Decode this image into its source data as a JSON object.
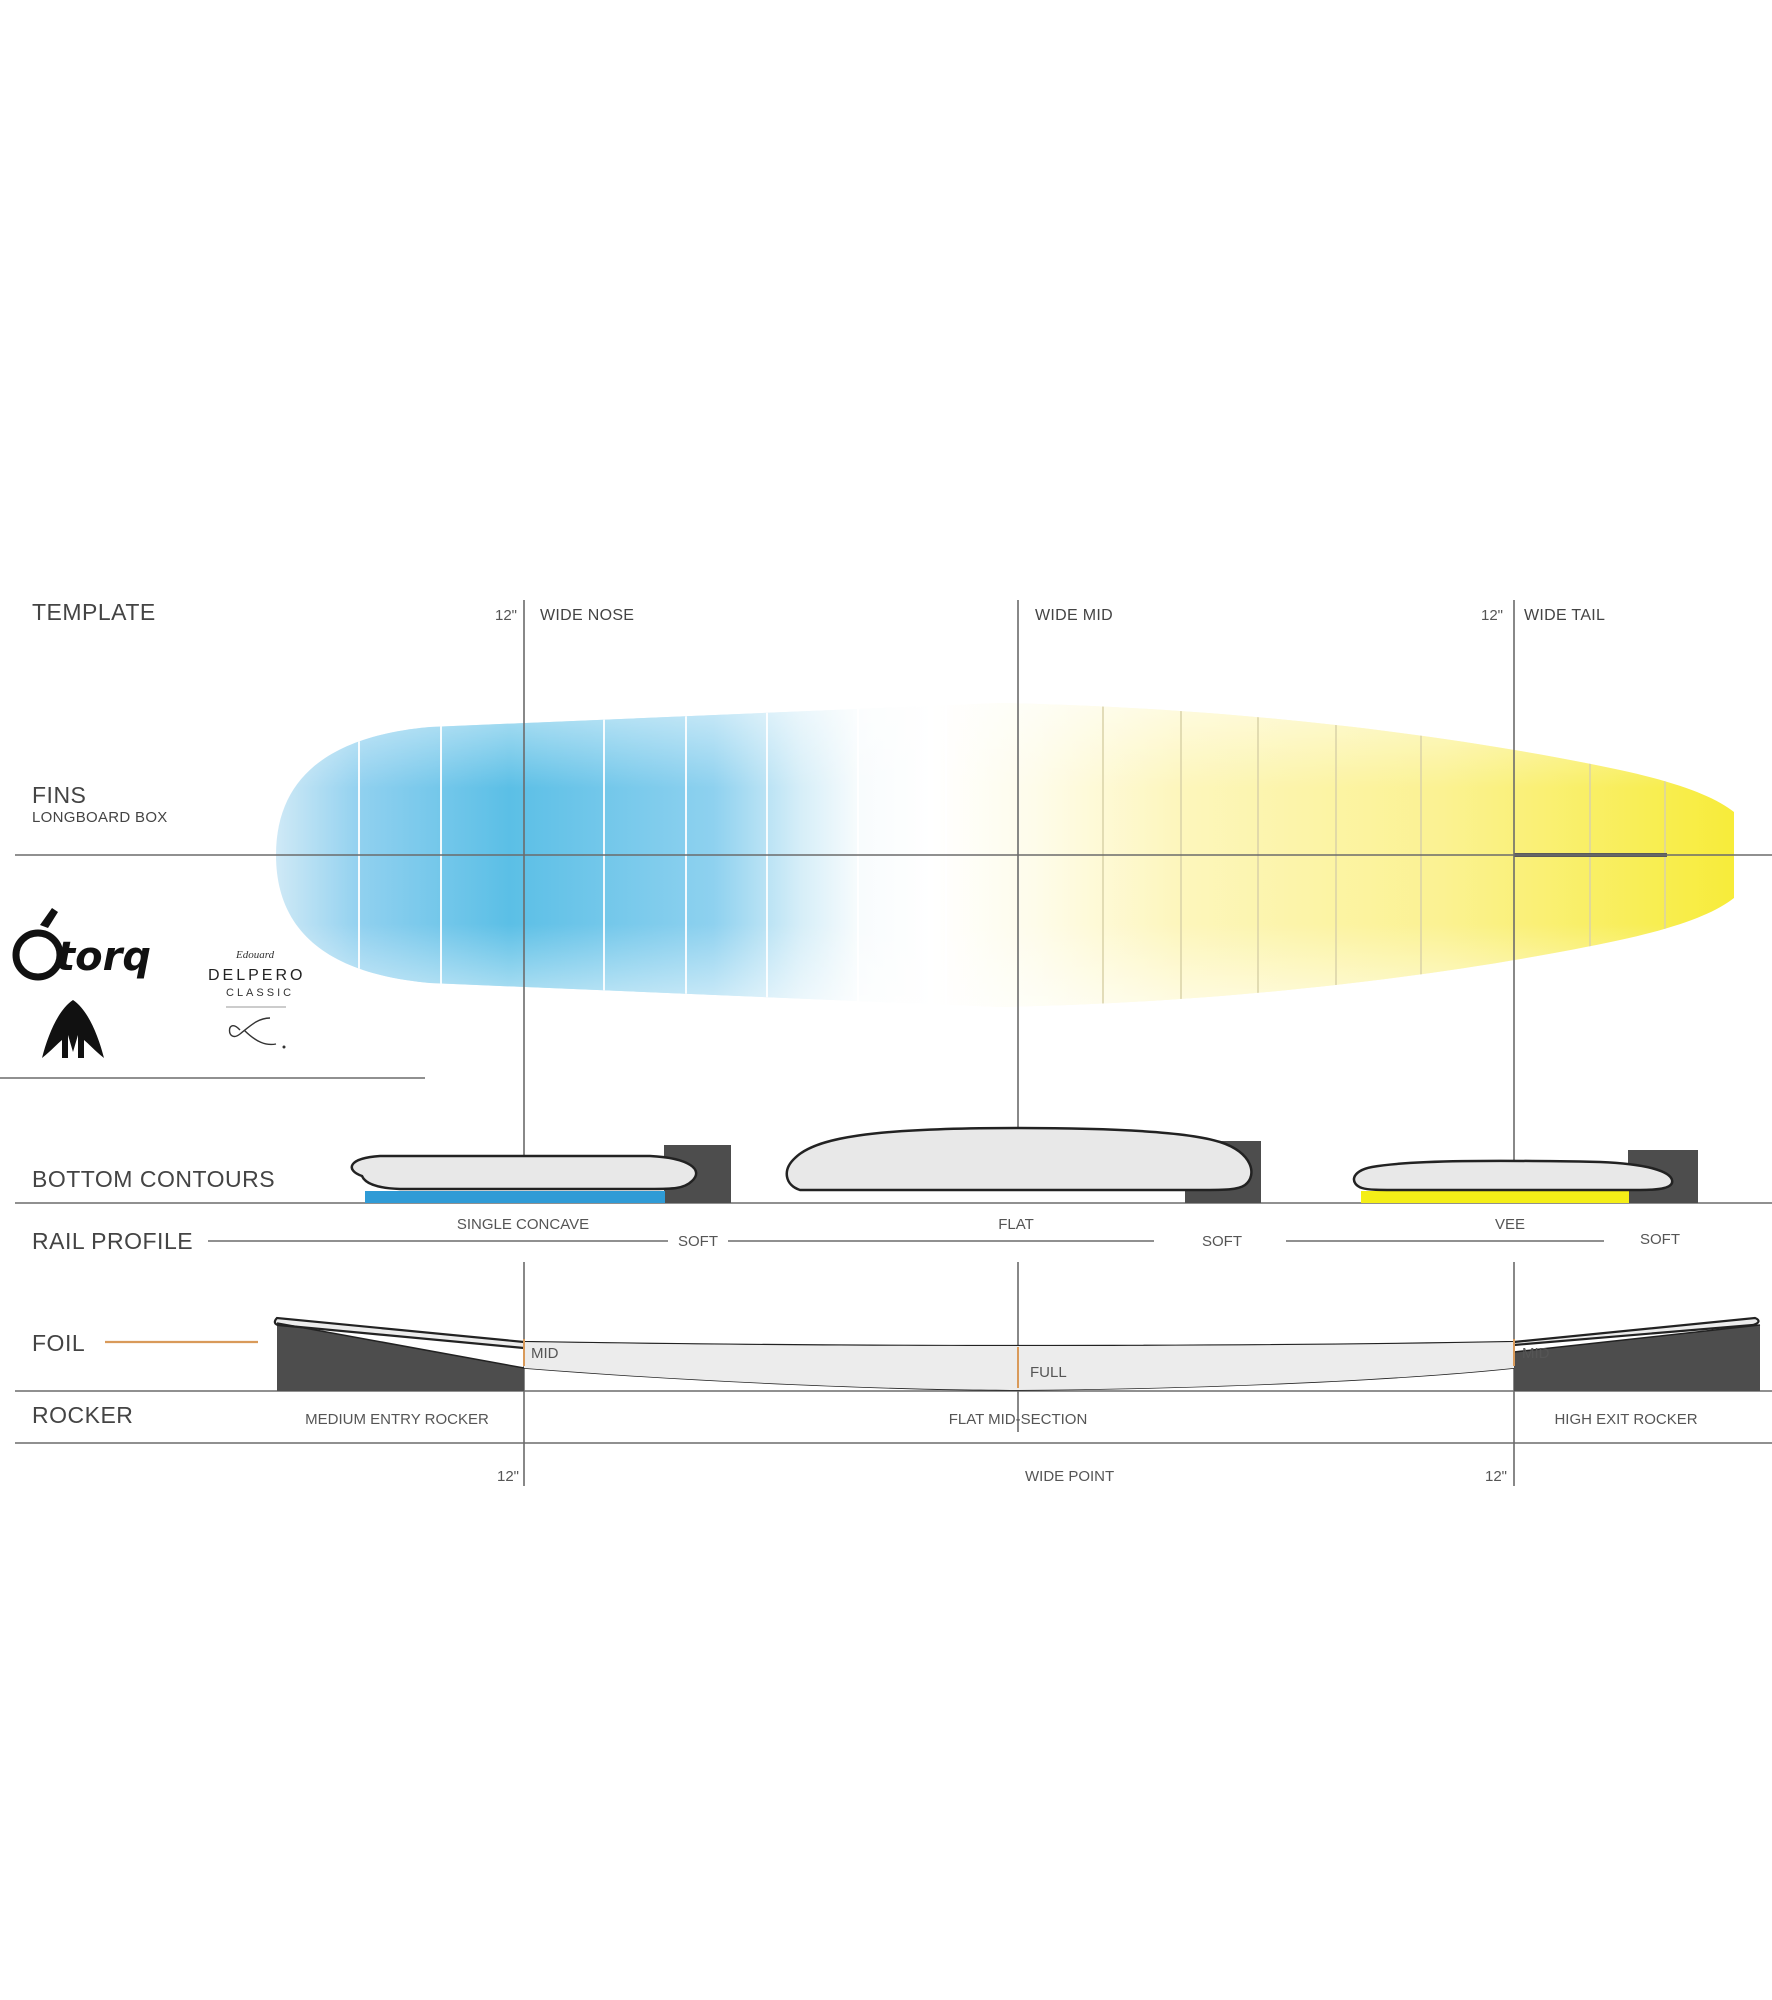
{
  "sections": {
    "template": "TEMPLATE",
    "fins": "FINS",
    "fins_sub": "LONGBOARD BOX",
    "bottom_contours": "BOTTOM  CONTOURS",
    "rail_profile": "RAIL PROFILE",
    "foil": "FOIL",
    "rocker": "ROCKER"
  },
  "template_markers": {
    "nose_measure": "12\"",
    "nose": "WIDE NOSE",
    "mid": "WIDE MID",
    "tail_measure": "12\"",
    "tail": "WIDE TAIL"
  },
  "bottom_contours": {
    "nose": "SINGLE CONCAVE",
    "mid": "FLAT",
    "tail": "VEE"
  },
  "rail_profile": {
    "nose": "SOFT",
    "mid": "SOFT",
    "tail": "SOFT"
  },
  "foil": {
    "nose": "MID",
    "mid": "FULL",
    "tail": "MID"
  },
  "rocker": {
    "entry": "MEDIUM ENTRY ROCKER",
    "mid": "FLAT MID-SECTION",
    "exit": "HIGH EXIT ROCKER"
  },
  "bottom_markers": {
    "nose_measure": "12\"",
    "wide_point": "WIDE POINT",
    "tail_measure": "12\""
  },
  "logos": {
    "torq": "torq",
    "delpero_signature": "Edouard",
    "delpero": "DELPERO",
    "delpero_sub": "CLASSIC"
  },
  "colors": {
    "nose_blue": "#5bbfe6",
    "tail_yellow": "#f7ec3a",
    "concave_blue": "#2f9bd6",
    "vee_yellow": "#f4ee17",
    "foil_accent": "#d99a5a",
    "dark_grey": "#4d4d4d",
    "line_grey": "#6b6b6b"
  }
}
